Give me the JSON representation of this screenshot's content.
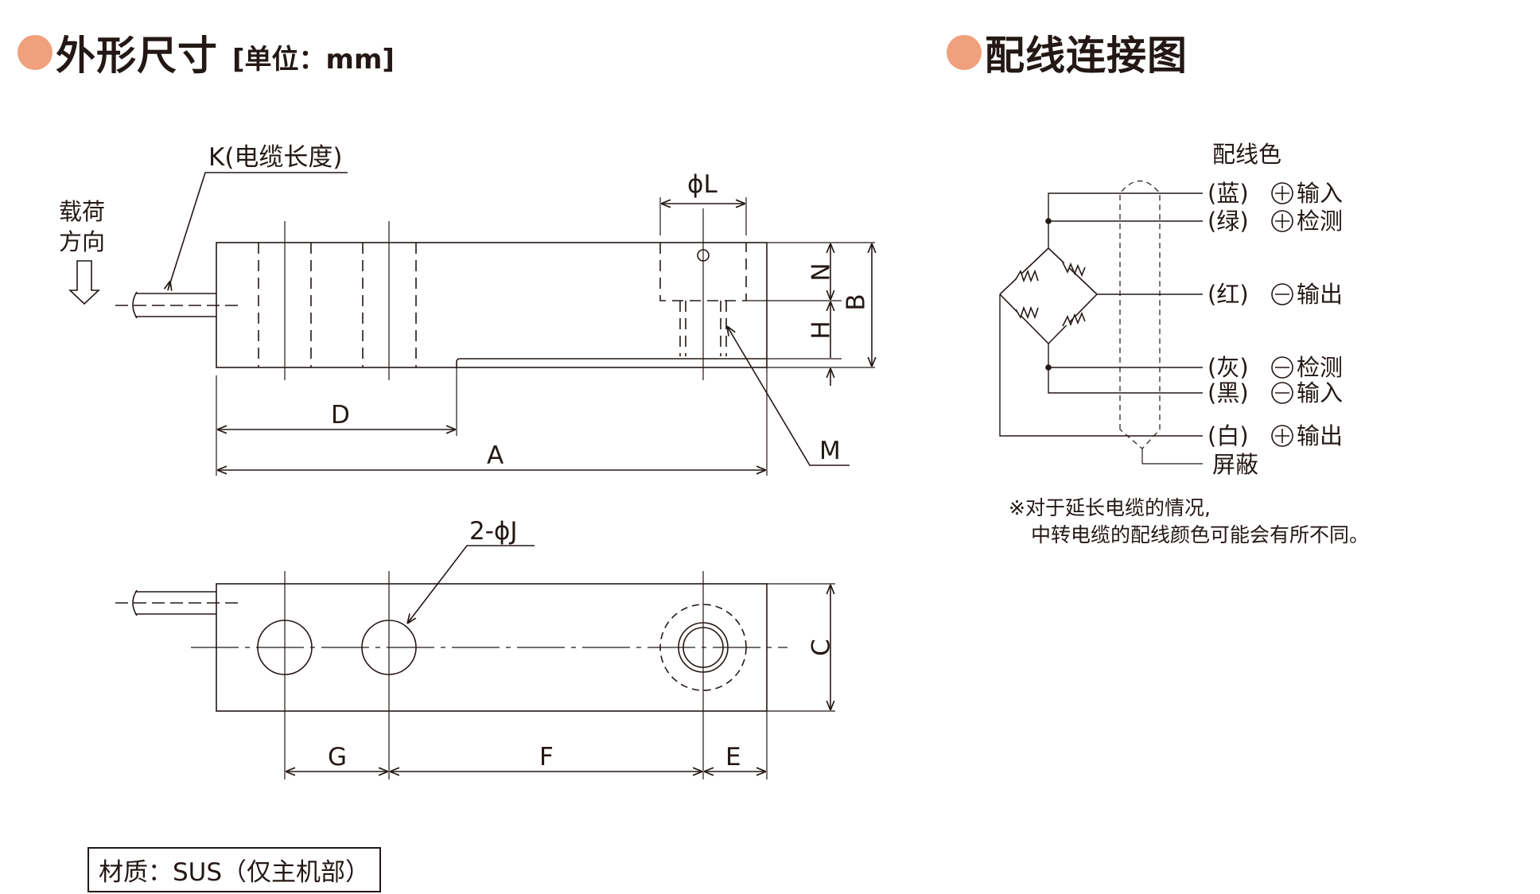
{
  "headings": {
    "dimensions_title": "外形尺寸",
    "dimensions_unit": "[单位：mm]",
    "wiring_title": "配线连接图"
  },
  "dimension_labels": {
    "cable_length": "K(电缆长度)",
    "load_direction_1": "载荷",
    "load_direction_2": "方向",
    "phi_l": "ϕL",
    "n": "N",
    "b": "B",
    "h": "H",
    "d": "D",
    "a": "A",
    "m": "M",
    "two_phi_j": "2-ϕJ",
    "c": "C",
    "g": "G",
    "f": "F",
    "e": "E"
  },
  "material_note": "材质：SUS（仅主机部）",
  "wiring": {
    "color_header": "配线色",
    "wires": [
      {
        "color": "(蓝)",
        "sign": "+",
        "function": "输入"
      },
      {
        "color": "(绿)",
        "sign": "+",
        "function": "检测"
      },
      {
        "color": "(红)",
        "sign": "−",
        "function": "输出"
      },
      {
        "color": "(灰)",
        "sign": "−",
        "function": "检测"
      },
      {
        "color": "(黑)",
        "sign": "−",
        "function": "输入"
      },
      {
        "color": "(白)",
        "sign": "+",
        "function": "输出"
      }
    ],
    "shield": "屏蔽",
    "remark_1": "※对于延长电缆的情况,",
    "remark_2": "中转电缆的配线颜色可能会有所不同。"
  },
  "colors": {
    "accent_dot": "#f0a07c",
    "line": "#231815"
  }
}
